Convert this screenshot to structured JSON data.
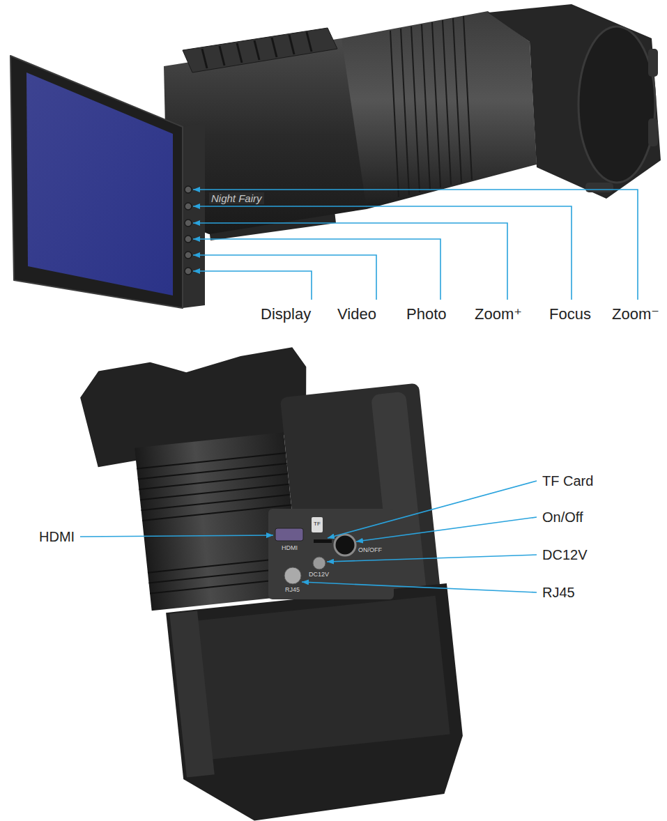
{
  "diagram": {
    "labels": [
      "Night Fairy",
      "Display",
      "Video",
      "Photo",
      "Zoom⁺",
      "Focus",
      "Zoom⁻",
      "TF Card",
      "HDMI",
      "On/Off",
      "DC12V",
      "RJ45",
      "TF",
      "HDMI",
      "ON/OFF",
      "DC12V",
      "RJ45"
    ]
  }
}
